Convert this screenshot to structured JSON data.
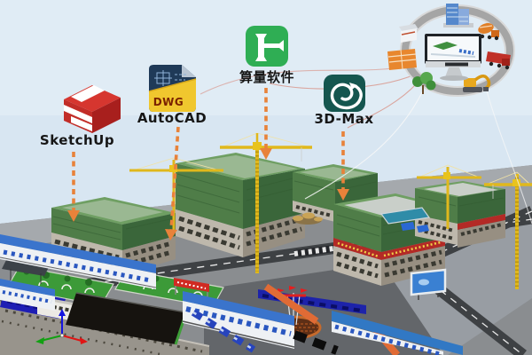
{
  "software_tools": [
    {
      "id": "sketchup",
      "label": "SketchUp",
      "icon": "sketchup-red-box-logo",
      "icon_color": "#c22d28"
    },
    {
      "id": "autocad",
      "label": "AutoCAD",
      "file_badge": "DWG",
      "icon": "dwg-file-icon",
      "icon_colors": {
        "paper_top": "#1f3a58",
        "paper_bottom": "#f0c72e",
        "badge_text": "#7a2200"
      }
    },
    {
      "id": "quantity-takeoff-software",
      "label": "算量软件",
      "icon": "green-takeoff-app-icon",
      "icon_color": "#2fae54"
    },
    {
      "id": "3d-max",
      "label": "3D-Max",
      "icon": "3ds-max-swirl-icon",
      "icon_color": "#15564f"
    }
  ],
  "annotation_arrows": {
    "color": "#e8823a",
    "style": "dashed-vertical-down"
  },
  "cycle_diagram": {
    "ring_color": "#a5a5a5",
    "center_item": "computer-monitor-with-3d-site-model",
    "ring_items": [
      "high-rise-building",
      "concrete-mixer-truck",
      "dump-truck",
      "excavator",
      "tree",
      "brick-wall",
      "site-shed"
    ]
  },
  "scene": {
    "type": "3d-construction-site-model",
    "sky_color": "#d8e6f2",
    "elements": [
      "green-netted-buildings-under-construction",
      "yellow-tower-cranes",
      "blue-roof-site-offices",
      "lawns-with-arches",
      "flag-plaza",
      "blue-hoarding",
      "excavation-pit",
      "parked-cars",
      "billboard",
      "orange-fence",
      "red-banner-gate",
      "navigation-axis-gizmo"
    ]
  }
}
